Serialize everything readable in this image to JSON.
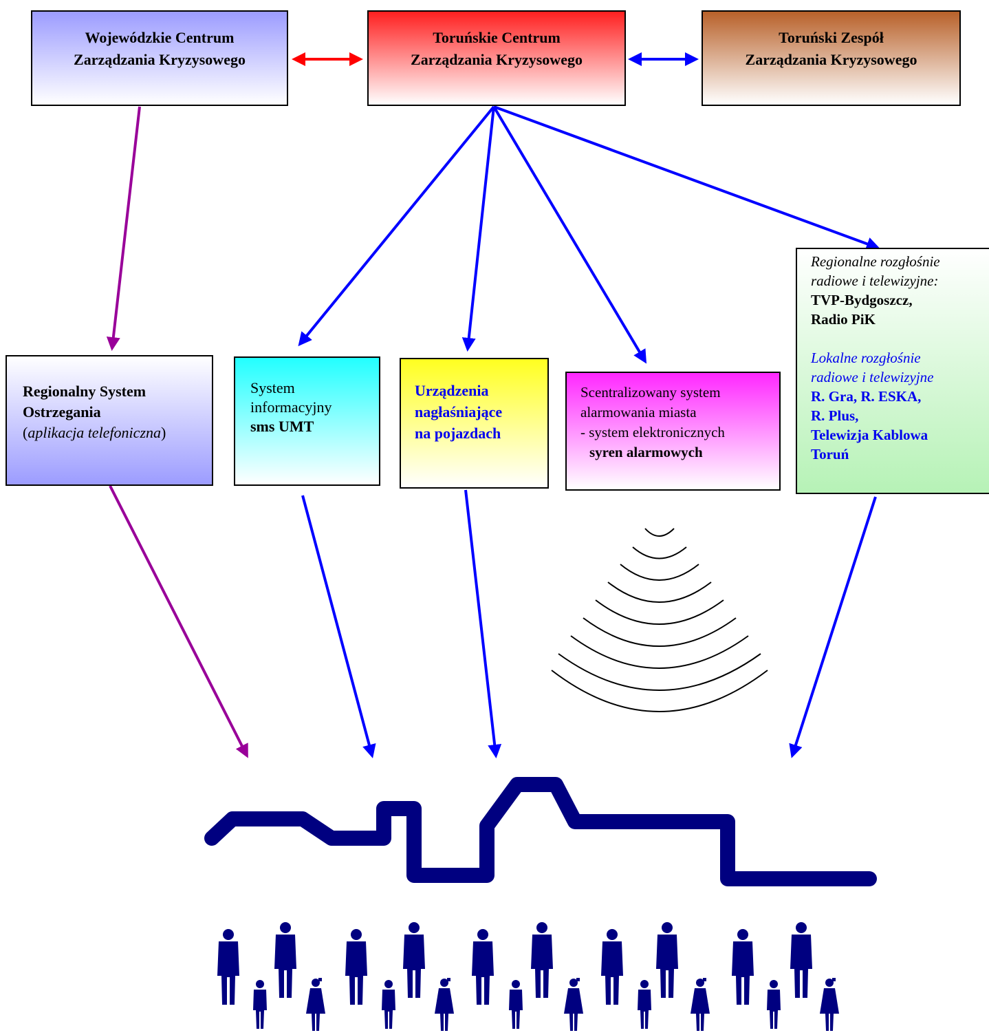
{
  "boxes": {
    "wojewodzkie": {
      "line1": "Wojewódzkie Centrum",
      "line2": "Zarządzania Kryzysowego"
    },
    "torunskie": {
      "line1": "Toruńskie Centrum",
      "line2": "Zarządzania Kryzysowego"
    },
    "zespol": {
      "line1": "Toruński Zespół",
      "line2": "Zarządzania Kryzysowego"
    },
    "rso": {
      "line1": "Regionalny System",
      "line2": "Ostrzegania",
      "line3_open": "(",
      "line3_italic": "aplikacja telefoniczna",
      "line3_close": ")"
    },
    "sms": {
      "line1": "System",
      "line2": "informacyjny",
      "line3": "sms UMT"
    },
    "urzadzenia": {
      "line1": "Urządzenia",
      "line2": "nagłaśniające",
      "line3": "na pojazdach"
    },
    "syreny": {
      "line1": "Scentralizowany system",
      "line2": "alarmowania miasta",
      "line3": "- system elektronicznych",
      "line4": "syren alarmowych"
    },
    "rozglosnie": {
      "regional_italic_1": "Regionalne rozgłośnie",
      "regional_italic_2": "radiowe i telewizyjne:",
      "regional_bold_1": "TVP-Bydgoszcz,",
      "regional_bold_2": "Radio PiK",
      "local_italic_1": "Lokalne rozgłośnie",
      "local_italic_2": "radiowe i telewizyjne",
      "local_bold_1": "R. Gra, R. ESKA,",
      "local_bold_2": "R. Plus,",
      "local_bold_3": "Telewizja Kablowa",
      "local_bold_4": "Toruń"
    }
  },
  "colors": {
    "blue_arrow": "#0000ff",
    "red_arrow": "#ff0000",
    "purple_arrow": "#990099",
    "navy_silhouette": "#000080"
  },
  "icons": [
    "siren-waves-icon",
    "city-skyline-icon",
    "people-families-icon"
  ]
}
